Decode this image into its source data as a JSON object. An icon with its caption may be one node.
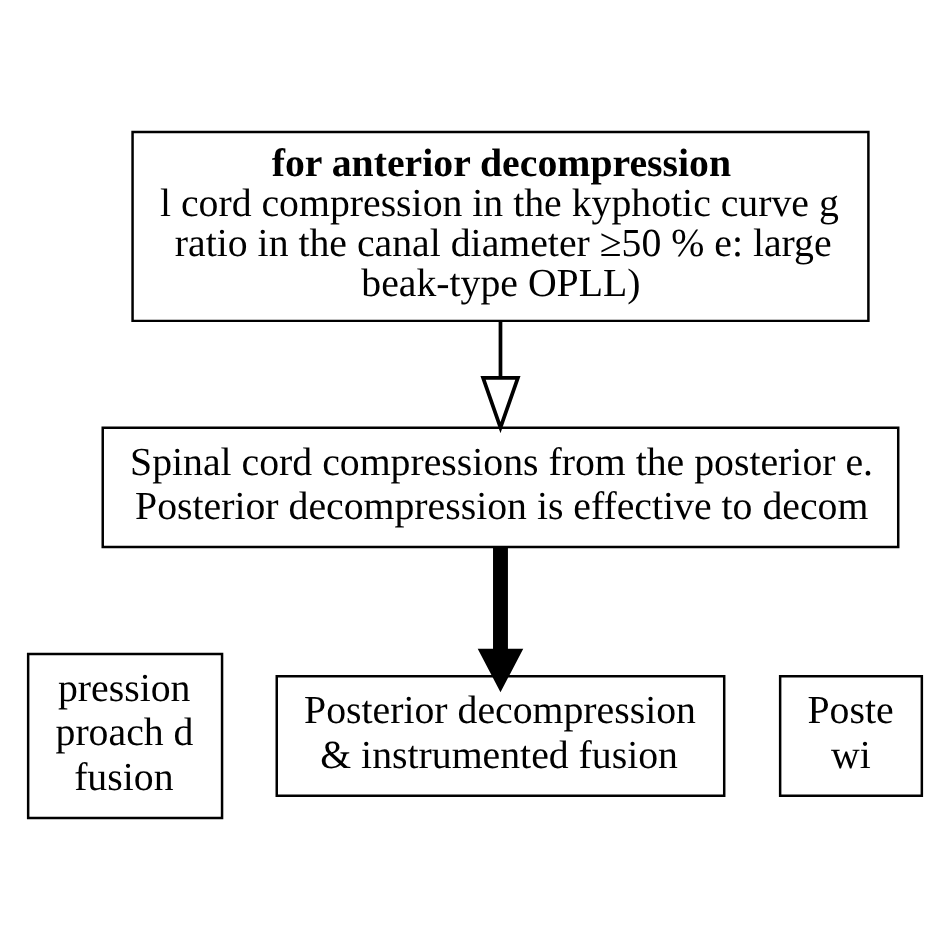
{
  "diagram": {
    "nodes": [
      {
        "text": [
          "for anterior decompression",
          "l cord compression in the kyphotic curve g ratio in the canal diameter ≥50 % e: large beak-type OPLL)"
        ]
      },
      {
        "text": [
          "Spinal cord compressions from the posterior e. Posterior decompression is effective to decom"
        ]
      },
      {
        "text": [
          "pression proach d fusion"
        ]
      },
      {
        "text": [
          "Posterior decompression & instrumented fusion"
        ]
      },
      {
        "text": [
          "Poste wi"
        ]
      }
    ],
    "edges": [
      {
        "from": 0,
        "to": 1,
        "arrow": "to"
      },
      {
        "from": 1,
        "to": 3,
        "arrow": "to",
        "style": "thick"
      }
    ]
  }
}
